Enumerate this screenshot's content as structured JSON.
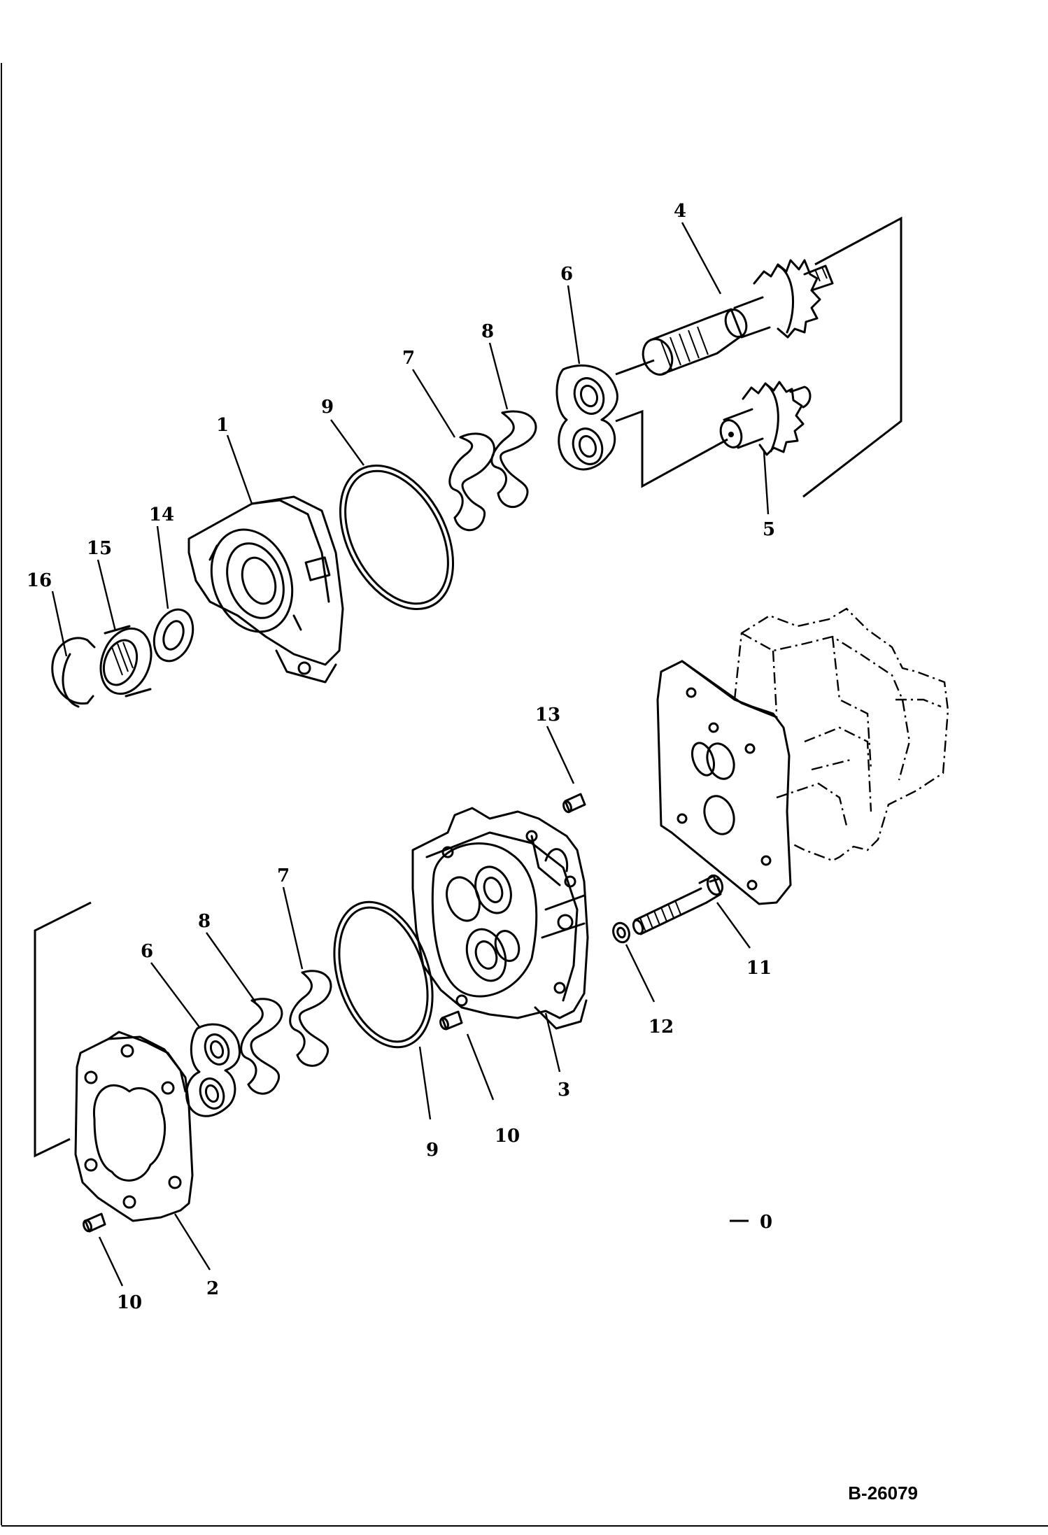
{
  "callouts": {
    "c1": "1",
    "c2": "2",
    "c3": "3",
    "c4": "4",
    "c5": "5",
    "c6a": "6",
    "c6b": "6",
    "c7a": "7",
    "c7b": "7",
    "c8a": "8",
    "c8b": "8",
    "c9a": "9",
    "c9b": "9",
    "c10a": "10",
    "c10b": "10",
    "c11": "11",
    "c12": "12",
    "c13": "13",
    "c14": "14",
    "c15": "15",
    "c16": "16"
  },
  "legend_symbol": "—",
  "legend_text": "0",
  "drawing_number": "B-26079"
}
